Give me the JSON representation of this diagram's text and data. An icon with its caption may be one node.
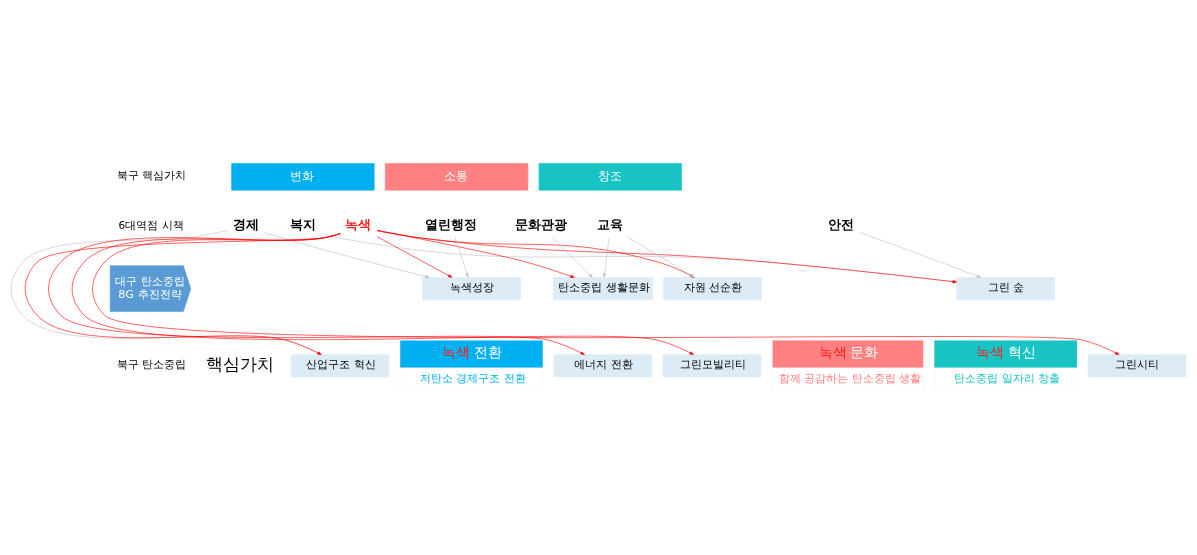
{
  "diagram": {
    "nodes": [
      {
        "text": [
          "변화"
        ]
      },
      {
        "text": [
          "소통"
        ]
      },
      {
        "text": [
          "창조"
        ]
      },
      {
        "text": [
          "경제"
        ]
      },
      {
        "text": [
          "복지"
        ]
      },
      {
        "text": [
          "녹색"
        ]
      },
      {
        "text": [
          "열린행정"
        ]
      },
      {
        "text": [
          "문화관광"
        ]
      },
      {
        "text": [
          "교육"
        ]
      },
      {
        "text": [
          "안전"
        ]
      },
      {
        "text": [
          "대구 탄소중립 8G 추진전략"
        ]
      },
      {
        "text": [
          "녹색성장"
        ]
      },
      {
        "text": [
          "탄소중립 생활문화"
        ]
      },
      {
        "text": [
          "자원 선순환"
        ]
      },
      {
        "text": [
          "그린 숲"
        ]
      },
      {
        "text": [
          "산업구조 혁신"
        ]
      },
      {
        "text": [
          "에너지 전환"
        ]
      },
      {
        "text": [
          "그린모빌리티"
        ]
      },
      {
        "text": [
          "그린시티"
        ]
      },
      {
        "text": [
          "녹색 전환",
          "저탄소 경제구조 전환"
        ]
      },
      {
        "text": [
          "녹색 문화",
          "함께 공감하는 탄소중립 생활"
        ]
      },
      {
        "text": [
          "녹색 혁신",
          "탄소중립 일자리 창출"
        ]
      }
    ],
    "edges": [
      {
        "from": 3,
        "to": 11,
        "arrow": "to"
      },
      {
        "from": 3,
        "to": 15,
        "arrow": "to"
      },
      {
        "from": 4,
        "to": 14,
        "arrow": "to"
      },
      {
        "from": 6,
        "to": 11,
        "arrow": "to"
      },
      {
        "from": 7,
        "to": 12,
        "arrow": "to"
      },
      {
        "from": 8,
        "to": 12,
        "arrow": "to"
      },
      {
        "from": 8,
        "to": 13,
        "arrow": "to"
      },
      {
        "from": 9,
        "to": 14,
        "arrow": "to"
      },
      {
        "from": 5,
        "to": 11,
        "arrow": "to",
        "color": "#ff0000"
      },
      {
        "from": 5,
        "to": 15,
        "arrow": "to",
        "color": "#ff0000"
      },
      {
        "from": 5,
        "to": 12,
        "arrow": "to",
        "color": "#ff0000"
      },
      {
        "from": 5,
        "to": 16,
        "arrow": "to",
        "color": "#ff0000"
      },
      {
        "from": 5,
        "to": 13,
        "arrow": "to",
        "color": "#ff0000"
      },
      {
        "from": 5,
        "to": 17,
        "arrow": "to",
        "color": "#ff0000"
      },
      {
        "from": 5,
        "to": 14,
        "arrow": "to",
        "color": "#ff0000"
      },
      {
        "from": 5,
        "to": 18,
        "arrow": "to",
        "color": "#ff0000"
      }
    ],
    "labels": [
      "북구 핵심가치",
      "6대역점 시책",
      "북구 탄소중립",
      "핵심가치"
    ]
  }
}
